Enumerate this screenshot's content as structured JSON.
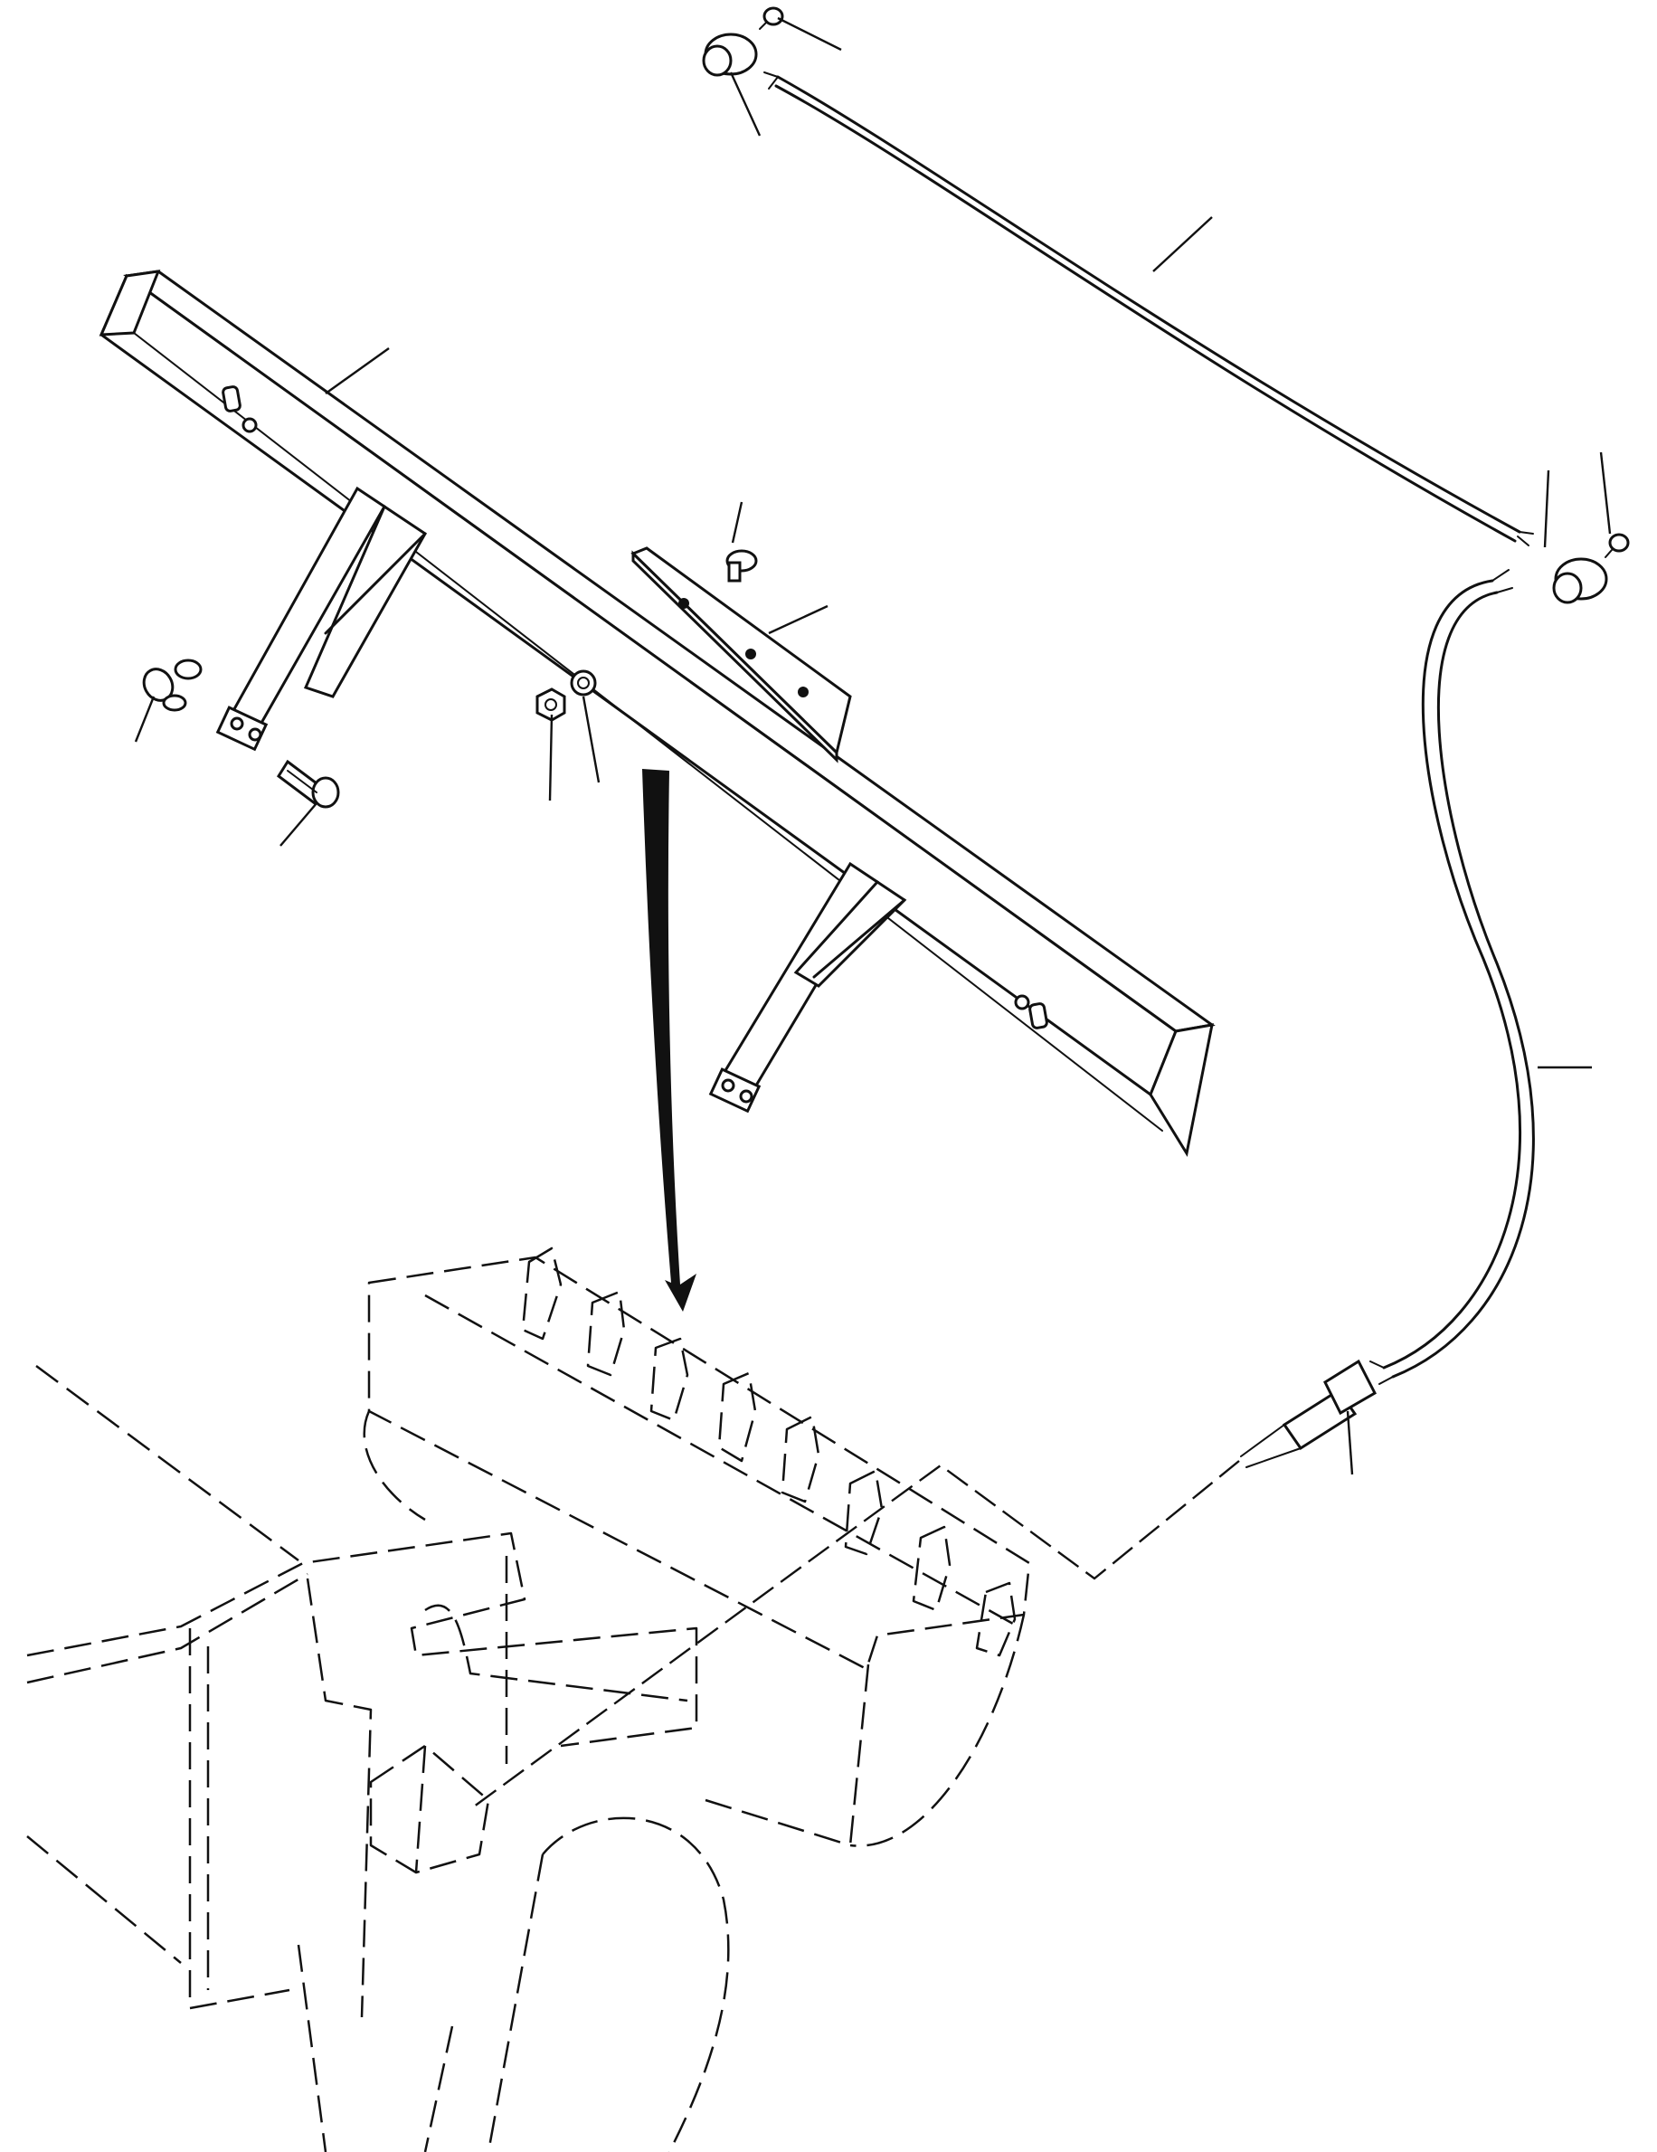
{
  "drawing": {
    "kind": "exploded parts illustration",
    "parts": [
      {
        "name": "guard-bar"
      },
      {
        "name": "mounting-plate"
      },
      {
        "name": "hex-bolt"
      },
      {
        "name": "wing-nut"
      },
      {
        "name": "carriage-bolt"
      },
      {
        "name": "lock-washer"
      },
      {
        "name": "nut"
      },
      {
        "name": "upper-cable"
      },
      {
        "name": "lower-cable"
      },
      {
        "name": "cable-connector"
      },
      {
        "name": "terminal-cap-top"
      },
      {
        "name": "terminal-cap-right"
      },
      {
        "name": "bucket-outline"
      }
    ],
    "callout_labels": []
  }
}
